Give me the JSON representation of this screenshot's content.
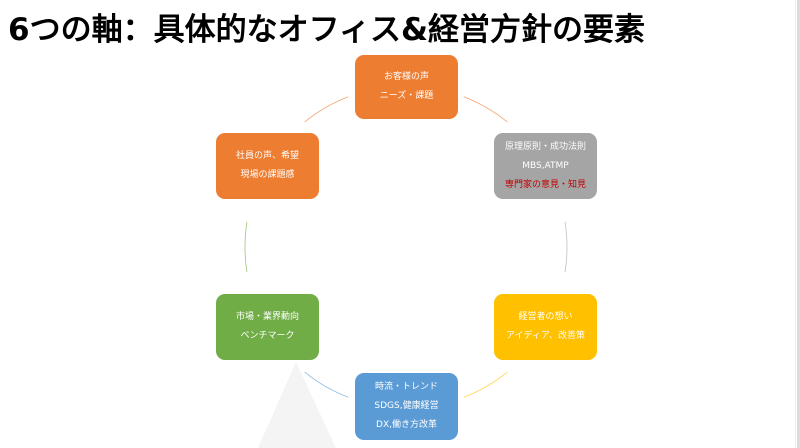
{
  "title": "6つの軸：具体的なオフィス&経営方針の要素",
  "nodes": [
    {
      "id": "n1",
      "color": "#ed7d31",
      "lines": [
        "お客様の声",
        "ニーズ・課題"
      ]
    },
    {
      "id": "n2",
      "color": "#a5a5a5",
      "lines": [
        "原理原則・成功法則",
        "MBS,ATMP",
        "専門家の意見・知見"
      ],
      "highlight_line": 2,
      "highlight_color": "#c00000"
    },
    {
      "id": "n3",
      "color": "#ffc000",
      "lines": [
        "経営者の想い",
        "アイディア、改善策"
      ]
    },
    {
      "id": "n4",
      "color": "#5b9bd5",
      "lines": [
        "時流・トレンド",
        "SDGS,健康経営",
        "DX,働き方改革"
      ]
    },
    {
      "id": "n5",
      "color": "#70ad47",
      "lines": [
        "市場・業界動向",
        "ベンチマーク"
      ]
    },
    {
      "id": "n6",
      "color": "#ed7d31",
      "lines": [
        "社員の声、希望",
        "現場の課題感"
      ]
    }
  ],
  "connector_colors": [
    "#ed7d31",
    "#a5a5a5",
    "#ffc000",
    "#5b9bd5",
    "#70ad47",
    "#ed7d31"
  ]
}
